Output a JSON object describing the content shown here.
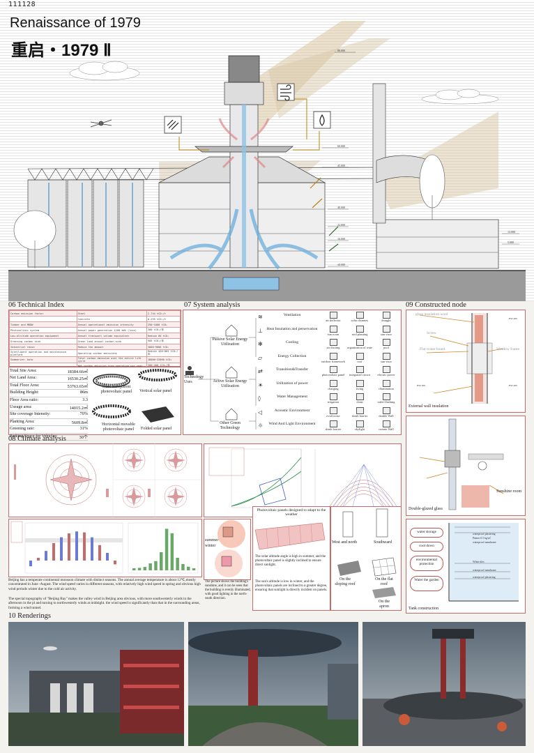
{
  "board": {
    "code": "111128",
    "title_en": "Renaissance of 1979",
    "title_cn": "重启・1979 Ⅱ"
  },
  "section": {
    "elevations": [
      "88.000",
      "60.000",
      "45.000",
      "40.000",
      "22.000",
      "16.000",
      "13.000",
      "5.000",
      "±0.000"
    ]
  },
  "technical": {
    "heading": "06 Technical Index",
    "rows": [
      [
        "Carbon emission factor",
        "Steel",
        "2.744 tCO₂/t"
      ],
      [
        "",
        "Concrete",
        "0.295 tCO₂/t"
      ],
      [
        "Timber and MDDW",
        "Annual operational emission intensity",
        "250~1000 tCO₂"
      ],
      [
        "Photovoltaic system",
        "Annual power generation 1200 kWh (less)",
        "300 tCO₂/年"
      ],
      [
        "Low-altitude operation equipment",
        "Annual transport volume equivalent",
        "Reduce 60 tCO₂"
      ],
      [
        "Greening carbon sink",
        "Green land annual carbon sink",
        "905 tCO₂/年"
      ],
      [
        "Industrial reuse",
        "Reduce the amount",
        "3000~9000 tCO₂"
      ],
      [
        "Intelligent operation and maintenance platform",
        "Operating carbon emissions",
        "Reduce 450~865 tCO₂/年"
      ],
      [
        "Summarize: Auto",
        "Total carbon emission over the entire life cycle",
        "18000~22000 tCO₂"
      ],
      [
        "",
        "Net carbon emission from operation per year",
        "300~400 tCO₂/年"
      ]
    ],
    "stats": [
      [
        "Total Site Area:",
        "18384.66㎡"
      ],
      [
        "Net Land Area:",
        "16530.25㎡"
      ],
      [
        "Total Floor Area:",
        "53763.65㎡"
      ],
      [
        "Building Height:",
        "86m"
      ],
      [
        "Floor Area ratio:",
        "3.3"
      ],
      [
        "Useage area:",
        "14015.2㎡"
      ],
      [
        "Site coverage Intensity:",
        "70%"
      ],
      [
        "Planting Area:",
        "5609.8㎡"
      ],
      [
        "Greening rate:",
        "31%"
      ],
      [
        "Parking Space for Vehicles:",
        "30个"
      ]
    ],
    "panel_labels": {
      "slant": "Slant transparent photovoltaic panel",
      "vertical": "Vertical solar panel",
      "horizontal": "Horizontal movable photovoltaic panel",
      "folded": "Folded solar panel"
    }
  },
  "system": {
    "heading": "07 System analysis",
    "tech_uses": "Technology Uses",
    "branches": [
      "Passive Solar Energy Utilization",
      "Active Solar Energy Utilization",
      "Other Green Technology"
    ],
    "rows": [
      {
        "label": "Ventilation",
        "icon": "wind-icon",
        "items": [
          "air deflector",
          "solar chimney",
          "draught"
        ]
      },
      {
        "label": "Heat Insulation and perservation",
        "icon": "thermometer-icon",
        "items": [
          "sun room",
          "roof planting",
          "sun visor"
        ]
      },
      {
        "label": "Cooling",
        "icon": "snowflake-icon",
        "items": [
          "air ducting",
          "organization of water",
          "pool"
        ]
      },
      {
        "label": "Energy Collection",
        "icon": "solar-panel-icon",
        "items": [
          "outdoor framework",
          "roof",
          "sun visor"
        ]
      },
      {
        "label": "Transition&Transfer",
        "icon": "transfer-icon",
        "items": [
          "photovoltaic panel",
          "integrated circuit",
          "electric power"
        ]
      },
      {
        "label": "Utilization of power",
        "icon": "sun-icon",
        "items": [
          "charging",
          "living",
          "illumination"
        ]
      },
      {
        "label": "Water Management",
        "icon": "water-drop-icon",
        "items": [
          "irrigation",
          "clean",
          "toilet-flushing"
        ]
      },
      {
        "label": "Acoustic Environment",
        "icon": "speaker-icon",
        "items": [
          "evoil noise",
          "shrub barrier",
          "double Wall"
        ]
      },
      {
        "label": "Wind And Light Environment",
        "icon": "wind-light-icon",
        "items": [
          "shrub barrier",
          "skylight",
          "curtain Wall"
        ]
      }
    ]
  },
  "constructed": {
    "heading": "09 Constructed node",
    "labels": {
      "rock": "glass insulation wool",
      "screw": "Screw",
      "board": "Flat-water board",
      "frame": "Window frame",
      "ext": "External wall insulation",
      "dg": "Double-glazed glass",
      "sun": "Sunshine room",
      "tank": "Tank construction",
      "hw1": "HW-200",
      "hw2": "HW-300",
      "hw3": "HW-200",
      "wp1": "waterproof plastering",
      "wp2": "Primer 0.5 kg/㎡",
      "wp3": "waterproof membrane",
      "wp4": "White tiles",
      "wp5": "waterproof membrane",
      "wp6": "waterproof plastering"
    },
    "ovals": [
      "water storage",
      "cool down",
      "environmental protection",
      "Water the garden"
    ]
  },
  "climate": {
    "heading": "08 Climate analysis",
    "para1": "Beijing has a temperate continental monsoon climate with distinct seasons. The annual average temperature is about 12℃,mostly concentrated in June -August. The wind speed varies in different seasons, with relatively high wind speed in spring and obvious high wind periods winter due to the cold air activity.",
    "para2": "The special topography of \"Beijing Bay\" makes the valley wind in Beijing area obvious, with more southwesterly winds in the afternoon in the pl and turning to northwesterly winds at midnight. the wind speed is significantly than that in the surrounding areas, forming a wind tunnel.",
    "season_summer": "summer",
    "season_winter": "winter",
    "sunshine_text": "The picture shows the building's sunshine, and it can be seen that the building is evenly illuminated, with good lighting in the north-south direction.",
    "pv_title": "Photovoltaic panels designed to adapt to the weather",
    "pv_summer": "The solar altitude angle is high in summer, and the photovoltaic panel is slightly inclined to ensure direct sunlight.",
    "pv_winter": "The sun's altitude is low in winter, and the photovoltaic panels are inclined to a greater degree, ensuring that sunlight is directly incident on panels.",
    "orient1": "West and north",
    "orient2": "Southward",
    "roof1": "On the sloping roof",
    "roof2": "On the flat roof",
    "roof3": "On the apron",
    "monthly_temp": [
      -3,
      0,
      7,
      15,
      21,
      25,
      27,
      26,
      21,
      13,
      5,
      -1
    ],
    "monthly_rain": [
      3,
      5,
      9,
      25,
      35,
      75,
      180,
      160,
      50,
      22,
      10,
      3
    ]
  },
  "renderings": {
    "heading": "10 Renderings"
  },
  "colors": {
    "accent": "#c66a6a",
    "sky_blue": "#8fc3e6",
    "sun_beam": "#d8c6a3"
  }
}
